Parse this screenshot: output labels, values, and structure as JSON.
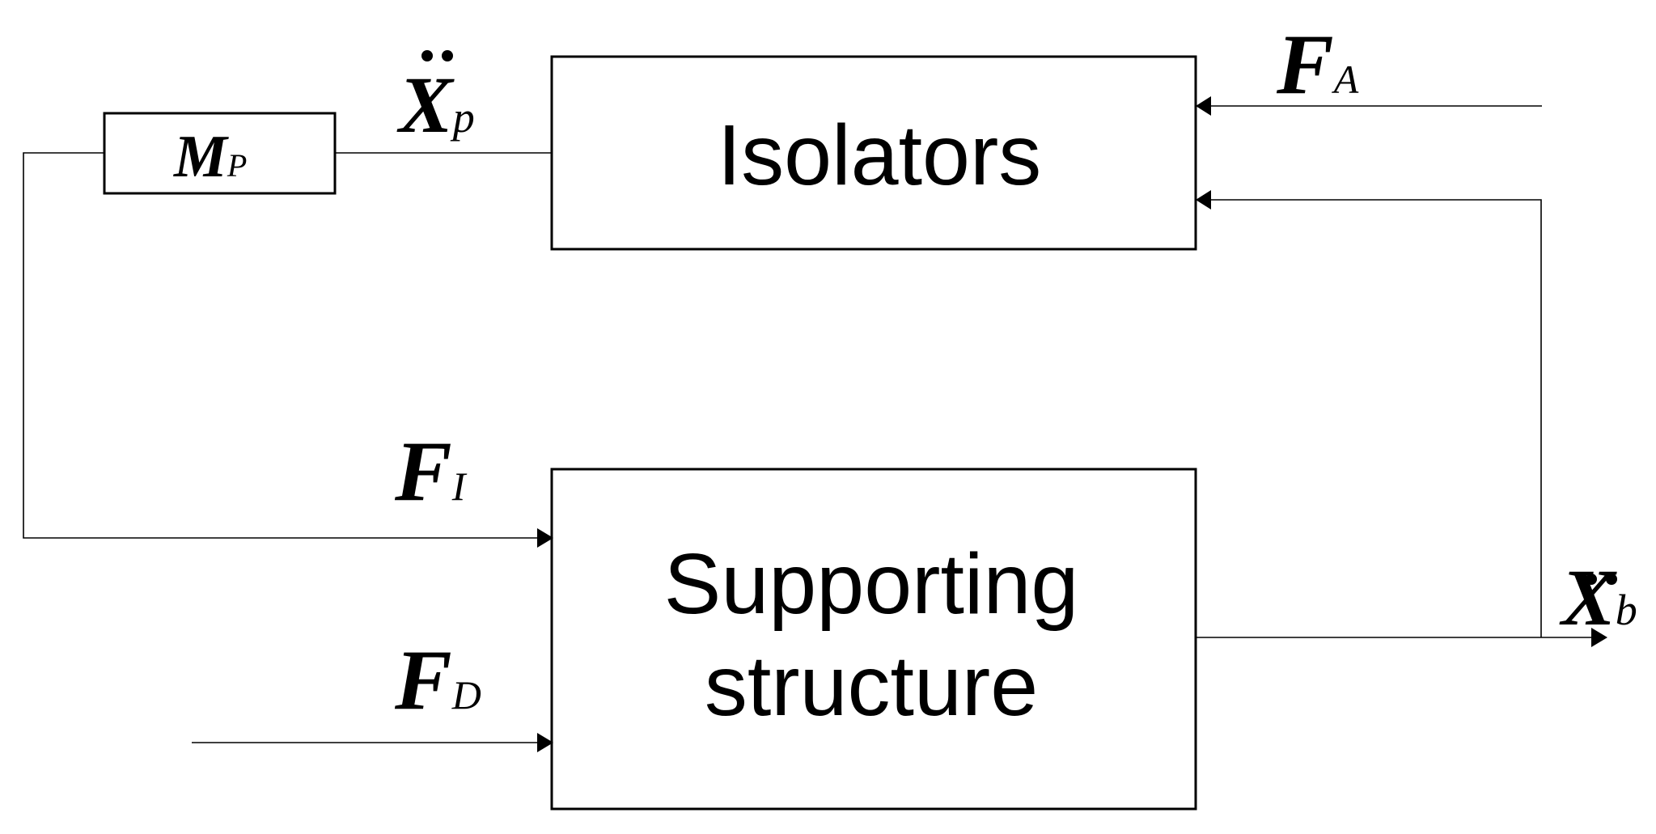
{
  "blocks": {
    "isolators": {
      "label": "Isolators"
    },
    "supporting_structure": {
      "label_line1": "Supporting",
      "label_line2": "structure"
    },
    "payload_mass": {
      "symbol": "M",
      "subscript": "P"
    }
  },
  "signals": {
    "payload_acceleration": {
      "symbol": "X",
      "subscript": "p",
      "marker": "double-dot"
    },
    "actuator_force": {
      "symbol": "F",
      "subscript": "A"
    },
    "isolator_force": {
      "symbol": "F",
      "subscript": "I"
    },
    "disturbance_force": {
      "symbol": "F",
      "subscript": "D"
    },
    "base_acceleration": {
      "symbol": "X",
      "subscript": "b",
      "marker": "double-dot"
    }
  }
}
